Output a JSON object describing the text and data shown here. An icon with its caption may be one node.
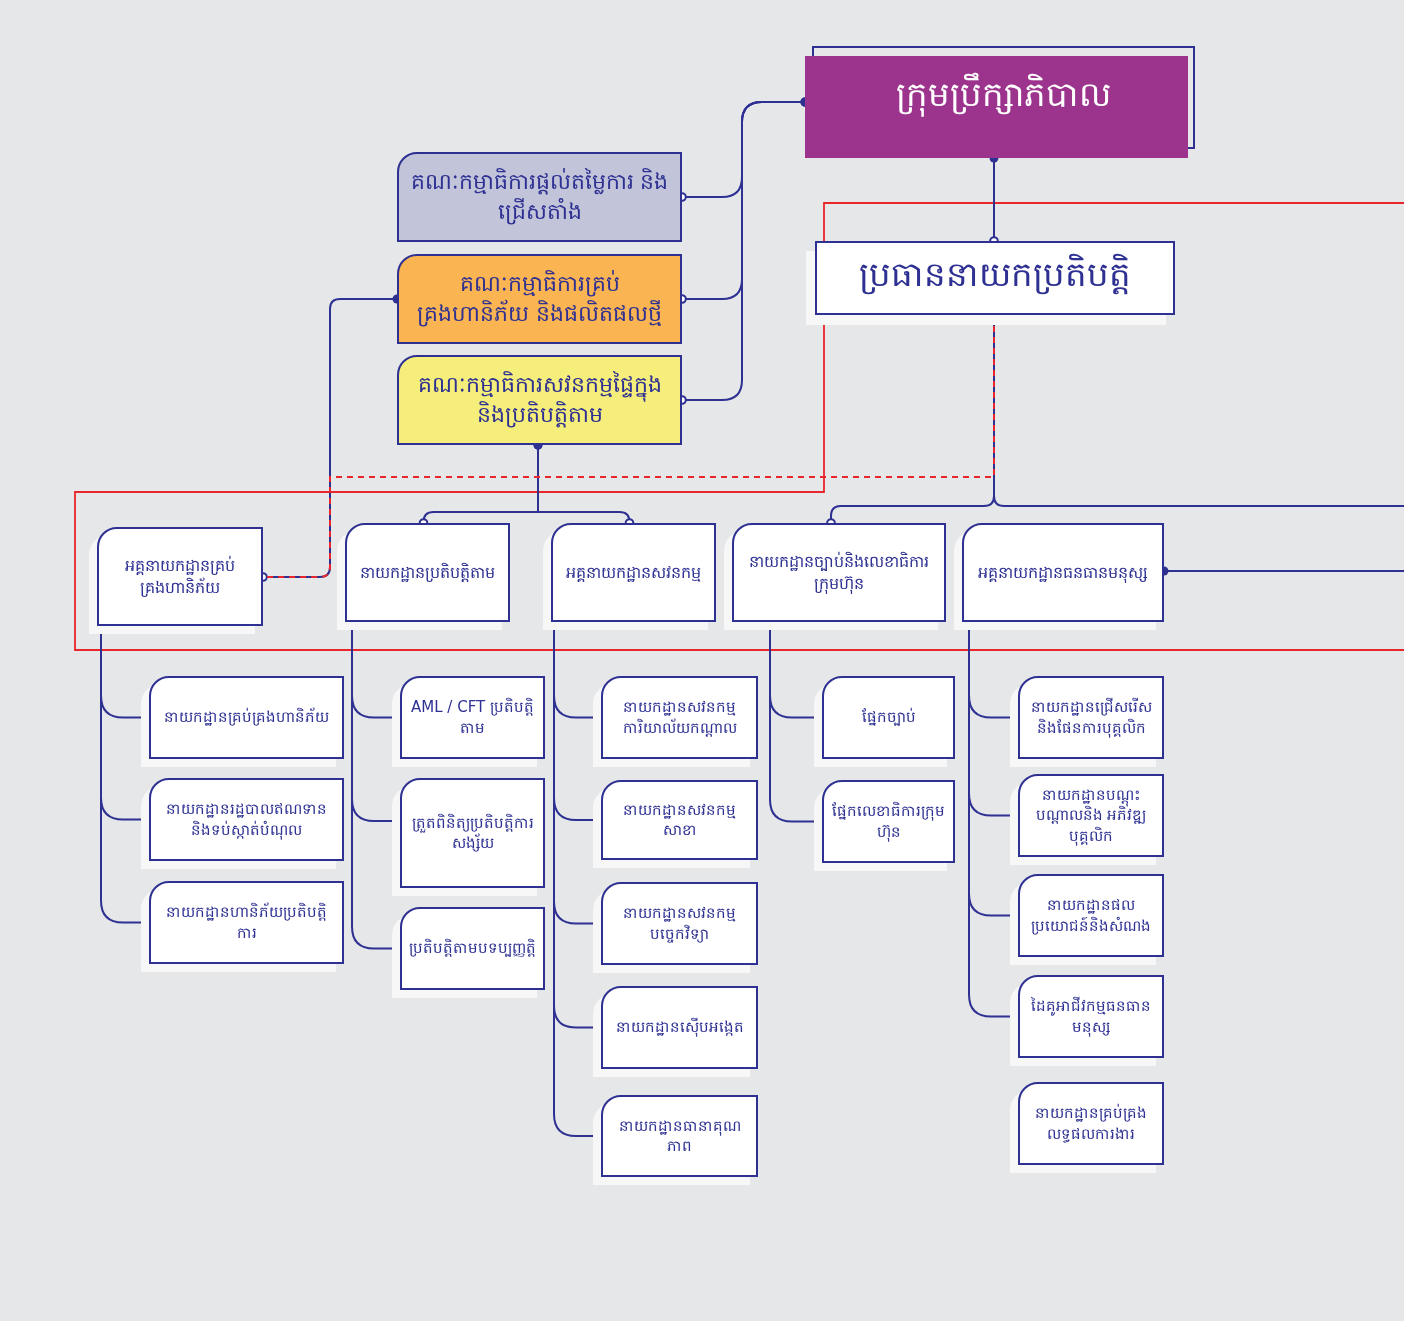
{
  "diagram": {
    "nodes": [
      {
        "text": [
          "ក្រុមប្រឹក្សាភិបាល"
        ]
      },
      {
        "text": [
          "គណៈកម្មាធិការផ្តល់តម្លៃការ និងជ្រើសតាំង"
        ]
      },
      {
        "text": [
          "គណៈកម្មាធិការគ្រប់គ្រងហានិភ័យ និងផលិតផលថ្មី"
        ]
      },
      {
        "text": [
          "គណៈកម្មាធិការសវនកម្មផ្ទៃក្នុង និងប្រតិបត្តិតាម"
        ]
      },
      {
        "text": [
          "ប្រធាននាយកប្រតិបត្តិ"
        ]
      },
      {
        "text": [
          "អគ្គនាយកដ្ឋានគ្រប់គ្រងហានិភ័យ"
        ]
      },
      {
        "text": [
          "នាយកដ្ឋានប្រតិបត្តិតាម"
        ]
      },
      {
        "text": [
          "អគ្គនាយកដ្ឋានសវនកម្ម"
        ]
      },
      {
        "text": [
          "នាយកដ្ឋានច្បាប់និងលេខាធិការក្រុមហ៊ុន"
        ]
      },
      {
        "text": [
          "អគ្គនាយកដ្ឋានធនធានមនុស្ស"
        ]
      },
      {
        "text": [
          "នាយកដ្ឋានគ្រប់គ្រងហានិភ័យ"
        ]
      },
      {
        "text": [
          "នាយកដ្ឋានរដ្ឋបាលឥណទាននិងទប់ស្កាត់បំណុល"
        ]
      },
      {
        "text": [
          "នាយកដ្ឋានហានិភ័យប្រតិបត្តិការ"
        ]
      },
      {
        "text": [
          "AML / CFT ប្រតិបត្តិតាម"
        ]
      },
      {
        "text": [
          "ត្រួតពិនិត្យប្រតិបត្តិការសង្ស័យ"
        ]
      },
      {
        "text": [
          "ប្រតិបត្តិតាមបទប្បញ្ញត្តិ"
        ]
      },
      {
        "text": [
          "នាយកដ្ឋានសវនកម្មការិយាល័យកណ្តាល"
        ]
      },
      {
        "text": [
          "នាយកដ្ឋានសវនកម្មសាខា"
        ]
      },
      {
        "text": [
          "នាយកដ្ឋានសវនកម្មបច្ចេកវិទ្យា"
        ]
      },
      {
        "text": [
          "នាយកដ្ឋានស៊ើបអង្កេត"
        ]
      },
      {
        "text": [
          "នាយកដ្ឋានធានាគុណភាព"
        ]
      },
      {
        "text": [
          "ផ្នែកច្បាប់"
        ]
      },
      {
        "text": [
          "ផ្នែកលេខាធិការក្រុមហ៊ុន"
        ]
      },
      {
        "text": [
          "នាយកដ្ឋានជ្រើសរើសនិងផែនការបុគ្គលិក"
        ]
      },
      {
        "text": [
          "នាយកដ្ឋានបណ្តុះបណ្តាលនិង អភិវឌ្ឍបុគ្គលិក"
        ]
      },
      {
        "text": [
          "នាយកដ្ឋានផលប្រយោជន៍និងសំណង"
        ]
      },
      {
        "text": [
          "ដៃគូអាជីវកម្មធនធានមនុស្ស"
        ]
      },
      {
        "text": [
          "នាយកដ្ឋានគ្រប់គ្រងលទ្ធផលការងារ"
        ]
      }
    ],
    "edges": [
      {
        "from": 0,
        "to": 1,
        "arrow": "other"
      },
      {
        "from": 0,
        "to": 2,
        "arrow": "other"
      },
      {
        "from": 0,
        "to": 3,
        "arrow": "other"
      },
      {
        "from": 0,
        "to": 4,
        "arrow": "other"
      },
      {
        "from": 3,
        "to": 6,
        "arrow": "other"
      },
      {
        "from": 3,
        "to": 7,
        "arrow": "other"
      },
      {
        "from": 4,
        "to": 8,
        "arrow": "other"
      },
      {
        "from": 4,
        "to": null,
        "arrow": "other"
      },
      {
        "from": 9,
        "to": null,
        "arrow": "other"
      },
      {
        "from": 2,
        "to": 5,
        "arrow": "other"
      },
      {
        "from": 4,
        "to": 5,
        "arrow": "none",
        "style": "dashed",
        "color": "#e8262b"
      },
      {
        "from": 5,
        "to": 10,
        "arrow": "other"
      },
      {
        "from": 5,
        "to": 11,
        "arrow": "other"
      },
      {
        "from": 5,
        "to": 12,
        "arrow": "other"
      },
      {
        "from": 6,
        "to": 13,
        "arrow": "other"
      },
      {
        "from": 6,
        "to": 14,
        "arrow": "other"
      },
      {
        "from": 6,
        "to": 15,
        "arrow": "other"
      },
      {
        "from": 7,
        "to": 16,
        "arrow": "other"
      },
      {
        "from": 7,
        "to": 17,
        "arrow": "other"
      },
      {
        "from": 7,
        "to": 18,
        "arrow": "other"
      },
      {
        "from": 7,
        "to": 19,
        "arrow": "other"
      },
      {
        "from": 7,
        "to": 20,
        "arrow": "other"
      },
      {
        "from": 8,
        "to": 21,
        "arrow": "other"
      },
      {
        "from": 8,
        "to": 22,
        "arrow": "other"
      },
      {
        "from": 9,
        "to": 23,
        "arrow": "other"
      },
      {
        "from": 9,
        "to": 24,
        "arrow": "other"
      },
      {
        "from": 9,
        "to": 25,
        "arrow": "other"
      },
      {
        "from": 9,
        "to": 26,
        "arrow": "other"
      }
    ]
  }
}
